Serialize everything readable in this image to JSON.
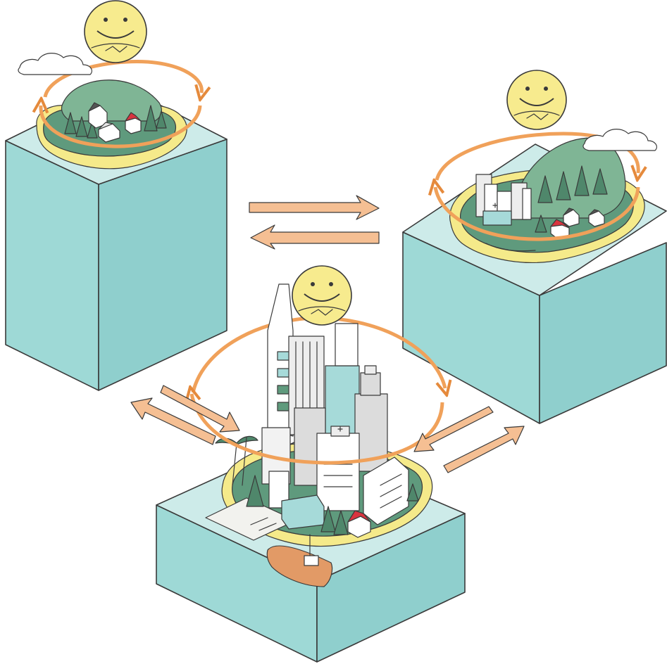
{
  "colors": {
    "block_side_left": "#9ed9d6",
    "block_side_right": "#8fcfcd",
    "block_top": "#cdebe9",
    "beach": "#f5ea8a",
    "land": "#5f9a7d",
    "mountain": "#7fb595",
    "tree": "#4f876b",
    "cycle_ring": "#f0a15a",
    "arrow": "#f5bf93",
    "coin": "#f7eb8e",
    "cloud": "#ffffff",
    "roof_red": "#d9343f",
    "building": "#ededed",
    "building_teal": "#a6dad9",
    "ship_hull": "#e29a66"
  },
  "regions": [
    {
      "id": "village-island",
      "kind": "rural"
    },
    {
      "id": "town-island",
      "kind": "town"
    },
    {
      "id": "city-island",
      "kind": "urban"
    }
  ],
  "icons": [
    "smiley-coin-icon",
    "handshake-icon",
    "cloud-icon",
    "house-icon",
    "tree-icon",
    "ship-icon",
    "palm-tree-icon",
    "hospital-cross-icon"
  ]
}
